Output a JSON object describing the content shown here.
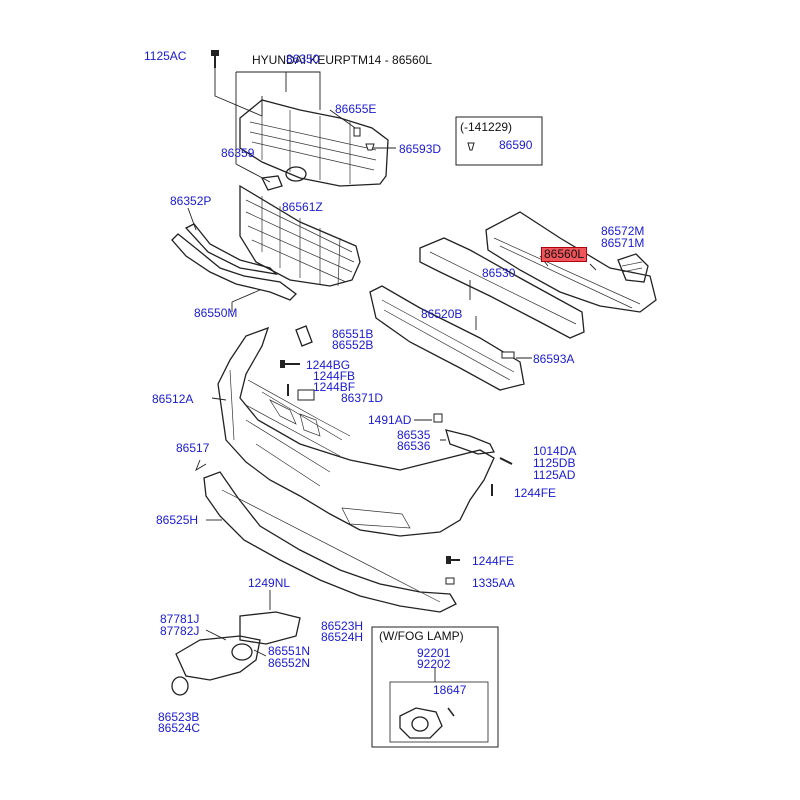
{
  "header": {
    "title": "HYUNDAI KEURPTM14 - 86560L"
  },
  "callouts": {
    "c1125AC": "1125AC",
    "c86350": "86350",
    "c86655E": "86655E",
    "c86359": "86359",
    "c86593D": "86593D",
    "c86352P": "86352P",
    "c86561Z": "86561Z",
    "c86550M": "86550M",
    "c86572M": "86572M",
    "c86571M": "86571M",
    "c86560L": "86560L",
    "c86530": "86530",
    "c86520B": "86520B",
    "c86593A": "86593A",
    "c86551B": "86551B",
    "c86552B": "86552B",
    "c1244BG": "1244BG",
    "c1244FB": "1244FB",
    "c1244BF": "1244BF",
    "c86371D": "86371D",
    "c86512A": "86512A",
    "c1491AD": "1491AD",
    "c86535": "86535",
    "c86536": "86536",
    "c86517": "86517",
    "c1014DA": "1014DA",
    "c1125DB": "1125DB",
    "c1125AD": "1125AD",
    "c1244FE_a": "1244FE",
    "c86525H": "86525H",
    "c1244FE_b": "1244FE",
    "c1335AA": "1335AA",
    "c1249NL": "1249NL",
    "c87781J": "87781J",
    "c87782J": "87782J",
    "c86523H": "86523H",
    "c86524H": "86524H",
    "c86551N": "86551N",
    "c86552N": "86552N",
    "c86523B": "86523B",
    "c86524C": "86524C",
    "c86590": "86590",
    "c92201": "92201",
    "c92202": "92202",
    "c18647": "18647"
  },
  "boxes": {
    "date_box_title": "(-141229)",
    "fog_box_title": "(W/FOG LAMP)"
  },
  "highlight": {
    "part": "86560L",
    "color": "#f2545b"
  }
}
